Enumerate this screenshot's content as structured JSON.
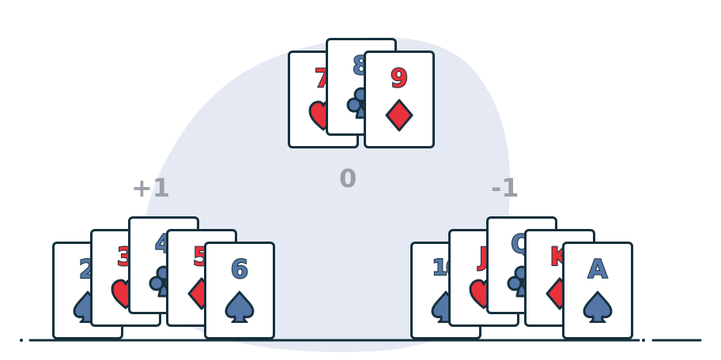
{
  "colors": {
    "outline": "#15303d",
    "red": "#e8313a",
    "blue": "#5577a8",
    "blob": "#e5e9f3",
    "score_text": "#9a9ea8",
    "card_fill": "#ffffff"
  },
  "groups": [
    {
      "id": "low",
      "score": "+1",
      "cards": [
        {
          "rank": "2",
          "suit": "spade"
        },
        {
          "rank": "3",
          "suit": "heart"
        },
        {
          "rank": "4",
          "suit": "club"
        },
        {
          "rank": "5",
          "suit": "diamond"
        },
        {
          "rank": "6",
          "suit": "spade"
        }
      ]
    },
    {
      "id": "neutral",
      "score": "0",
      "cards": [
        {
          "rank": "7",
          "suit": "heart"
        },
        {
          "rank": "8",
          "suit": "club"
        },
        {
          "rank": "9",
          "suit": "diamond"
        }
      ]
    },
    {
      "id": "high",
      "score": "-1",
      "cards": [
        {
          "rank": "10",
          "suit": "spade"
        },
        {
          "rank": "J",
          "suit": "heart"
        },
        {
          "rank": "Q",
          "suit": "club"
        },
        {
          "rank": "K",
          "suit": "diamond"
        },
        {
          "rank": "A",
          "suit": "spade"
        }
      ]
    }
  ]
}
